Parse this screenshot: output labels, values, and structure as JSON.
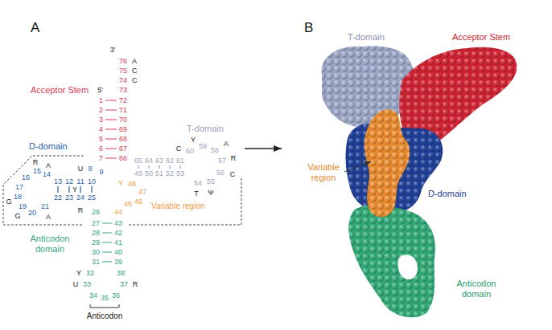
{
  "diagram": {
    "nodes": [
      {
        "text": [
          "A"
        ]
      },
      {
        "text": [
          "B"
        ]
      }
    ],
    "edges": [
      {
        "from": 0,
        "to": 1,
        "arrow": "to"
      }
    ],
    "labels": [
      "3'",
      "76",
      "A",
      "75",
      "C",
      "74",
      "C",
      "5'",
      "73",
      "1",
      "72",
      "2",
      "71",
      "3",
      "70",
      "4",
      "69",
      "5",
      "68",
      "6",
      "67",
      "7",
      "66",
      "Acceptor Stem",
      "D-domain",
      "U",
      "8",
      "9",
      "R",
      "A",
      "15",
      "14",
      "16",
      "17",
      "18",
      "19",
      "G",
      "G",
      "20",
      "21",
      "A",
      "13",
      "12",
      "11",
      "10",
      "Y",
      "22",
      "23",
      "24",
      "25",
      "R",
      "26",
      "44",
      "Y",
      "48",
      "47",
      "46",
      "45",
      "Variable region",
      "T-domain",
      "65",
      "64",
      "63",
      "62",
      "61",
      "49",
      "50",
      "51",
      "52",
      "53",
      "C",
      "Y",
      "60",
      "59",
      "58",
      "A",
      "57",
      "R",
      "56",
      "55",
      "C",
      "54",
      "T",
      "Ψ",
      "Anticodon domain",
      "27",
      "43",
      "28",
      "42",
      "29",
      "41",
      "30",
      "40",
      "31",
      "39",
      "Y",
      "32",
      "38",
      "U",
      "33",
      "37",
      "R",
      "34",
      "35",
      "36",
      "Anticodon",
      "T-domain",
      "Acceptor Stem",
      "Variable region",
      "D-domain",
      "Anticodon domain"
    ]
  }
}
